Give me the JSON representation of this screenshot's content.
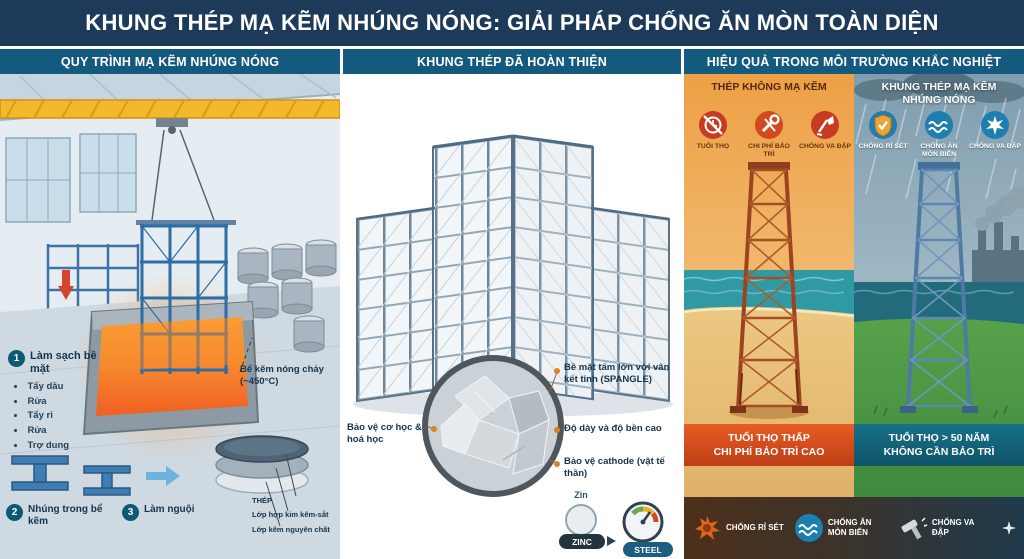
{
  "header": {
    "title": "KHUNG THÉP MẠ KẼM NHÚNG NÓNG: GIẢI PHÁP CHỐNG ĂN MÒN TOÀN DIỆN"
  },
  "process": {
    "header": "QUY TRÌNH MẠ KẼM NHÚNG NÓNG",
    "steps": [
      {
        "num": "1",
        "label": "Làm sạch bề mặt"
      },
      {
        "num": "2",
        "label": "Nhúng trong bể kẽm"
      },
      {
        "num": "3",
        "label": "Làm nguội"
      }
    ],
    "bullets": [
      "Tẩy dầu",
      "Rửa",
      "Tẩy rỉ",
      "Rửa",
      "Trợ dung"
    ],
    "bath": {
      "line1": "Bể kẽm nóng chảy",
      "line2": "(~450°C)"
    },
    "layers": [
      "THÉP",
      "Lớp hợp kim kẽm-sắt",
      "Lớp kẽm nguyên chất"
    ]
  },
  "finished": {
    "header": "KHUNG THÉP ĐÃ HOÀN THIỆN",
    "callouts": {
      "mech": "Bảo vệ cơ học & hoá học",
      "spangle": "Bề mặt tấm lớn với vân kết tinh (SPANGLE)",
      "thickness": "Độ dày và độ bền cao",
      "cathode": "Bảo vệ cathode (vật tế thần)"
    },
    "meter": {
      "zin": "Zin",
      "zinc": "ZINC",
      "steel": "STEEL"
    }
  },
  "comparison": {
    "header": "HIỆU QUẢ TRONG MÔI TRƯỜNG KHẮC NGHIỆT",
    "bad": {
      "title": "THÉP KHÔNG MẠ KẼM",
      "items": [
        {
          "icon": "no-lifespan-icon",
          "label": "TUỔI THỌ"
        },
        {
          "icon": "maintenance-cost-icon",
          "label": "CHI PHÍ BẢO TRÌ"
        },
        {
          "icon": "no-impact-icon",
          "label": "CHỐNG VA ĐẬP"
        }
      ],
      "banner": [
        "TUỔI THỌ THẤP",
        "CHI PHÍ BẢO TRÌ CAO"
      ]
    },
    "good": {
      "title": "KHUNG THÉP MẠ KẼM NHÚNG NÓNG",
      "items": [
        {
          "icon": "anti-rust-shield-icon",
          "label": "CHỐNG RỈ SÉT"
        },
        {
          "icon": "sea-corrosion-icon",
          "label": "CHỐNG ĂN MÒN BIỂN"
        },
        {
          "icon": "impact-icon",
          "label": "CHỐNG VA ĐẬP"
        }
      ],
      "banner": [
        "TUỔI THỌ > 50 NĂM",
        "KHÔNG CẦN BẢO TRÌ"
      ]
    },
    "strip": [
      {
        "icon": "rust-burst-icon",
        "label": "CHỐNG RỈ SÉT"
      },
      {
        "icon": "sea-wave-icon",
        "label": "CHỐNG ĂN MÒN BIỂN"
      },
      {
        "icon": "hammer-icon",
        "label": "CHỐNG VA ĐẬP"
      }
    ]
  },
  "colors": {
    "header_navy": "#1d3b58",
    "panel_blue": "#135a7e",
    "molten_orange": "#f26f22",
    "rust": "#9c4420",
    "galvanized_blue": "#537ca3",
    "bad_banner_red": "#c03a17",
    "good_banner_teal": "#16697f"
  }
}
